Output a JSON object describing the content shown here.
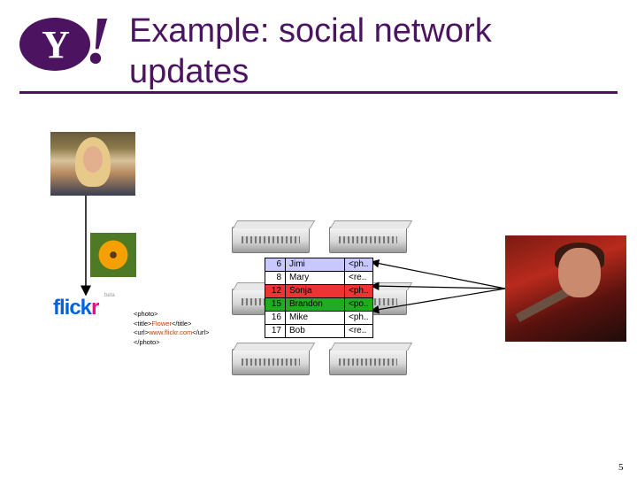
{
  "slide": {
    "title_line1": "Example: social network",
    "title_line2": "updates",
    "page_number": "5"
  },
  "logo": {
    "letter": "Y",
    "bang": "!"
  },
  "flickr": {
    "left": "flick",
    "right": "r",
    "badge": "beta"
  },
  "xml": {
    "line1": "<photo>",
    "line2_open": "<title>",
    "line2_value": "Flower",
    "line2_close": "</title>",
    "line3_open": "<url>",
    "line3_value": "www.flickr.com",
    "line3_close": "</url>",
    "line4": "</photo>"
  },
  "table": {
    "rows": [
      {
        "id": "6",
        "name": "Jimi",
        "data": "<ph..",
        "highlight": "#c8c8ff"
      },
      {
        "id": "8",
        "name": "Mary",
        "data": "<re..",
        "highlight": ""
      },
      {
        "id": "12",
        "name": "Sonja",
        "data": "<ph..",
        "highlight": "#ee3333"
      },
      {
        "id": "15",
        "name": "Brandon",
        "data": "<po..",
        "highlight": "#22aa22"
      },
      {
        "id": "16",
        "name": "Mike",
        "data": "<ph..",
        "highlight": ""
      },
      {
        "id": "17",
        "name": "Bob",
        "data": "<re..",
        "highlight": ""
      }
    ]
  },
  "colors": {
    "accent": "#4b1360"
  }
}
